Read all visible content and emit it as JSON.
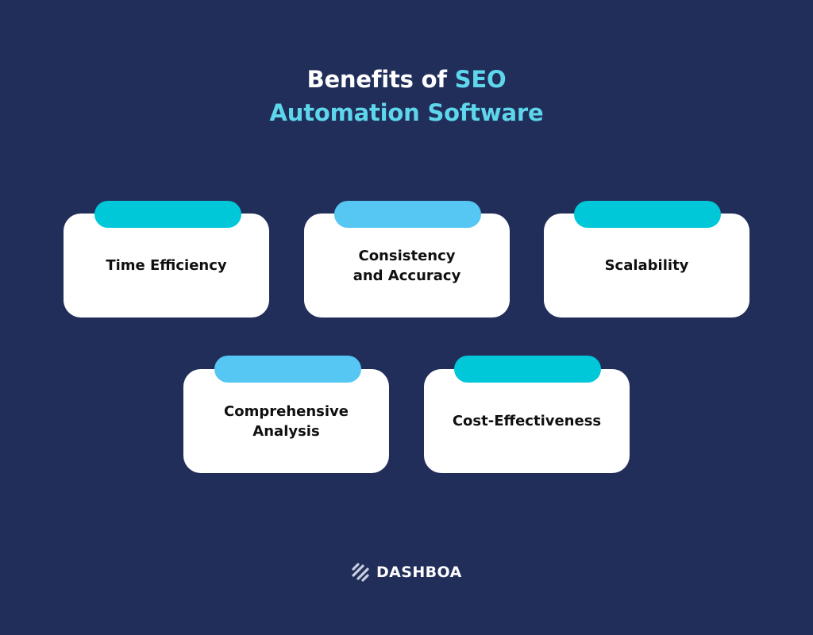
{
  "title": {
    "line1_prefix": "Benefits of ",
    "line1_accent": "SEO",
    "line2": "Automation Software"
  },
  "benefits": [
    {
      "label": "Time Efficiency",
      "tab_color": "#00c8d9"
    },
    {
      "label": "Consistency\nand Accuracy",
      "tab_color": "#55c7f2"
    },
    {
      "label": "Scalability",
      "tab_color": "#00c8d9"
    },
    {
      "label": "Comprehensive\nAnalysis",
      "tab_color": "#55c7f2"
    },
    {
      "label": "Cost-Effectiveness",
      "tab_color": "#00c8d9"
    }
  ],
  "brand": {
    "name": "DASHBOA",
    "icon": "dashboa-logo-icon"
  },
  "colors": {
    "background": "#212e5a",
    "accent_cyan": "#5ed6ec",
    "card": "#ffffff"
  }
}
